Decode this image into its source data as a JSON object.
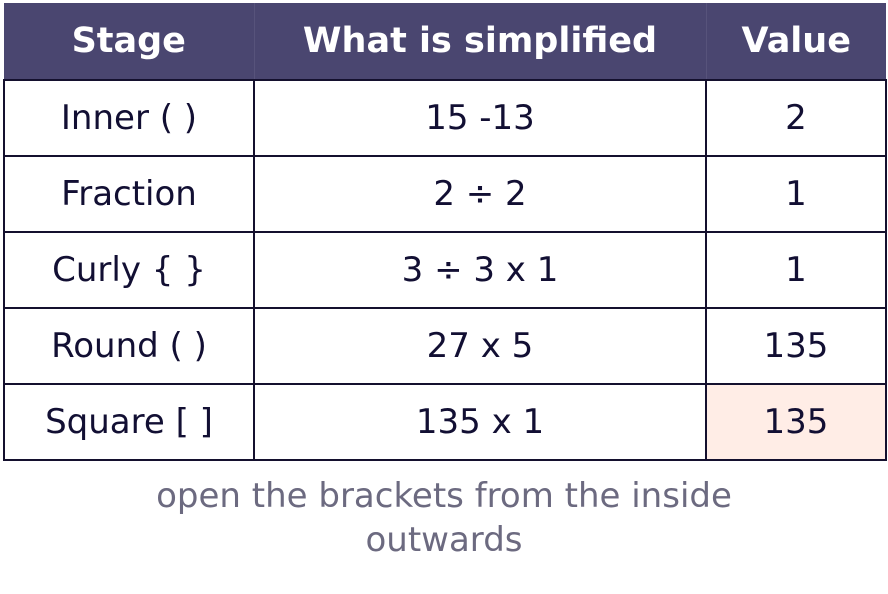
{
  "table": {
    "headers": [
      "Stage",
      "What is simplified",
      "Value"
    ],
    "rows": [
      [
        "Inner ( )",
        "15 -13",
        "2"
      ],
      [
        "Fraction",
        "2 ÷ 2",
        "1"
      ],
      [
        "Curly { }",
        "3 ÷ 3 x 1",
        "1"
      ],
      [
        "Round ( )",
        "27 x 5",
        "135"
      ],
      [
        "Square [ ]",
        "135 x 1",
        "135"
      ]
    ],
    "highlight_color": "#ffede6",
    "header_color": "#4a4670"
  },
  "caption": {
    "line1": "open the brackets from the inside",
    "line2": "outwards"
  }
}
